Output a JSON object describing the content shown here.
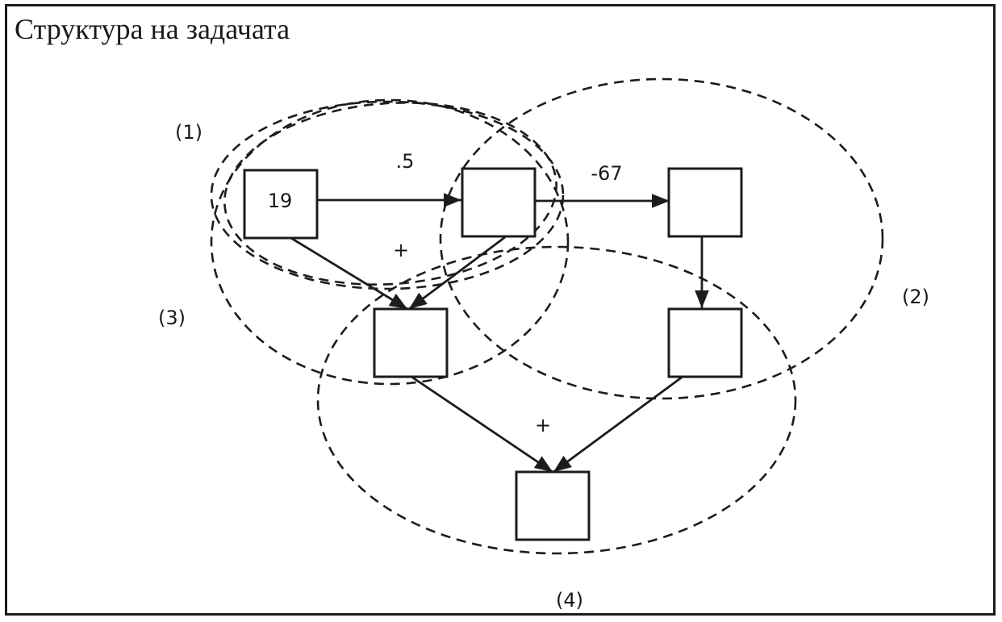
{
  "title": "Структура на задачата",
  "nodes": [
    {
      "id": "n1",
      "value": "19"
    },
    {
      "id": "n2",
      "value": ""
    },
    {
      "id": "n3",
      "value": ""
    },
    {
      "id": "n4",
      "value": ""
    },
    {
      "id": "n5",
      "value": ""
    },
    {
      "id": "n6",
      "value": ""
    }
  ],
  "edges": [
    {
      "from": "n1",
      "to": "n2",
      "label": ".5"
    },
    {
      "from": "n2",
      "to": "n3",
      "label": "-67"
    },
    {
      "from": "n1",
      "to": "n4",
      "label": "+"
    },
    {
      "from": "n2",
      "to": "n4",
      "label": ""
    },
    {
      "from": "n3",
      "to": "n5",
      "label": ""
    },
    {
      "from": "n4",
      "to": "n6",
      "label": "+"
    },
    {
      "from": "n5",
      "to": "n6",
      "label": ""
    }
  ],
  "groups": [
    {
      "id": "g1",
      "label": "(1)"
    },
    {
      "id": "g2",
      "label": "(2)"
    },
    {
      "id": "g3",
      "label": "(3)"
    },
    {
      "id": "g4",
      "label": "(4)"
    }
  ]
}
